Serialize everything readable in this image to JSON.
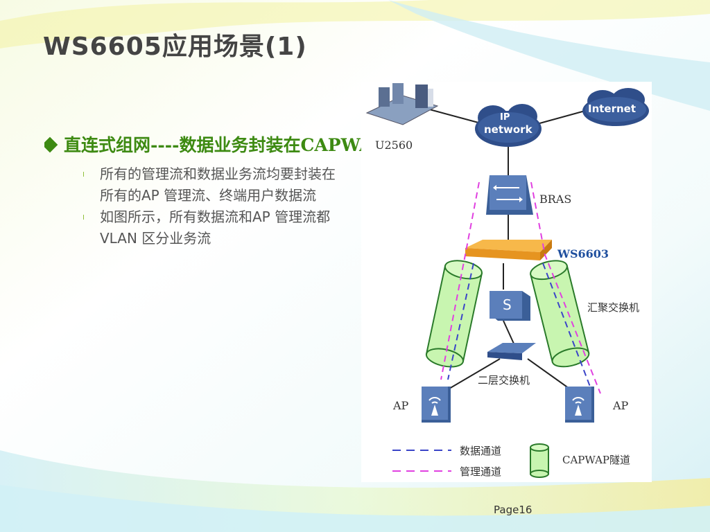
{
  "slide": {
    "title": "WS6605应用场景(1)",
    "bullet_main": "直连式组网----数据业务封装在CAPWAP隧道中",
    "sub_bullets": [
      {
        "line1": " 所有的管理流和数据业务流均要封装在",
        "line2": "所有的AP 管理流、终端用户数据流"
      },
      {
        "line1": "如图所示，所有数据流和AP 管理流都",
        "line2": "VLAN 区分业务流"
      }
    ],
    "page_label": "Page16"
  },
  "diagram": {
    "u2560": "U2560",
    "ip_network_line1": "IP",
    "ip_network_line2": "network",
    "internet": "Internet",
    "bras": "BRAS",
    "ws6603": "WS6603",
    "aggregation_switch": "汇聚交换机",
    "l2_switch": "二层交换机",
    "ap_left": "AP",
    "ap_right": "AP",
    "switch_symbol": "S",
    "legend_data": "数据通道",
    "legend_mgmt": "管理通道",
    "legend_capwap": "CAPWAP隧道"
  },
  "colors": {
    "title": "#444444",
    "bullet_main": "#3d8a12",
    "ws6603_label": "#1f4f9e",
    "data_channel": "#3a44c8",
    "mgmt_channel": "#e040e0",
    "tunnel_fill": "#c8f5b0",
    "tunnel_stroke": "#2a7a2a"
  }
}
